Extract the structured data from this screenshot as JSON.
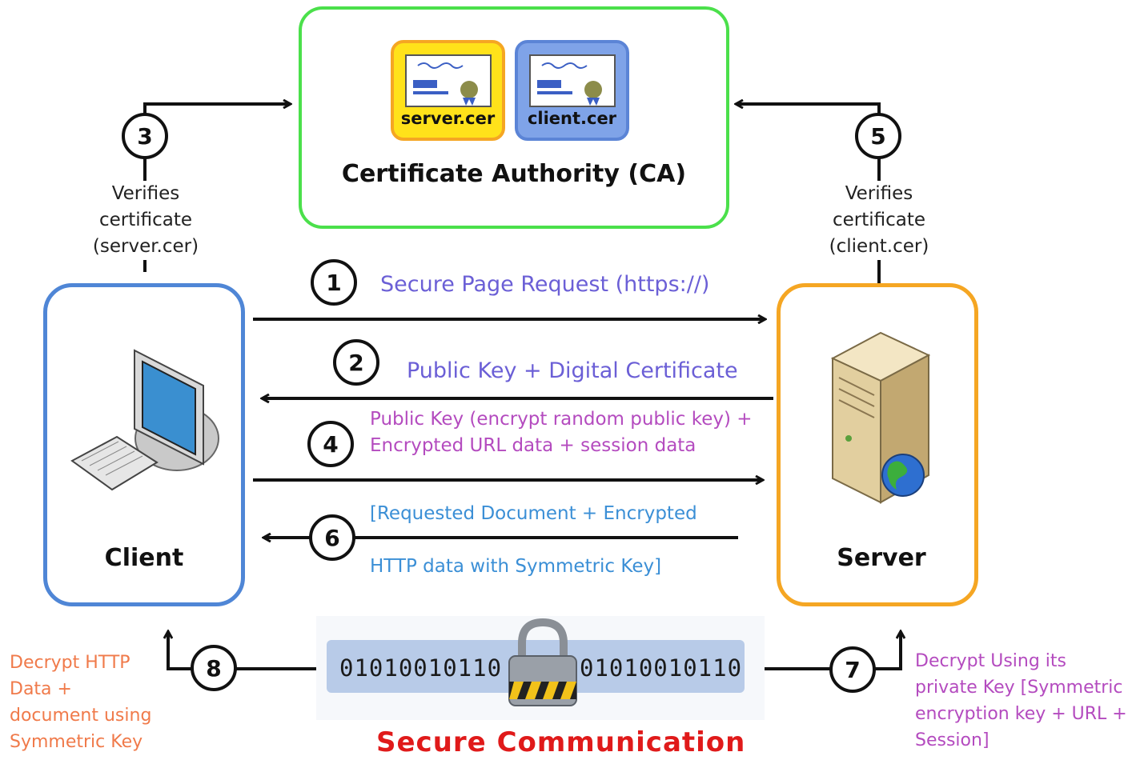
{
  "ca": {
    "title": "Certificate Authority (CA)",
    "server_cert_label": "server.cer",
    "client_cert_label": "client.cer"
  },
  "client": {
    "label": "Client"
  },
  "server": {
    "label": "Server"
  },
  "steps": {
    "s1": "1",
    "s2": "2",
    "s3": "3",
    "s4": "4",
    "s5": "5",
    "s6": "6",
    "s7": "7",
    "s8": "8"
  },
  "verify_client_side": [
    "Verifies",
    "certificate",
    "(server.cer)"
  ],
  "verify_server_side": [
    "Verifies",
    "certificate",
    "(client.cer)"
  ],
  "messages": {
    "m1": "Secure Page Request (https://)",
    "m2": "Public Key + Digital Certificate",
    "m4_line1": "Public Key (encrypt random public key) +",
    "m4_line2": "Encrypted URL data + session data",
    "m6_line1": "[Requested Document + Encrypted",
    "m6_line2": "HTTP data with Symmetric Key]"
  },
  "client_decrypt": [
    "Decrypt HTTP",
    "Data +",
    "document using",
    "Symmetric Key"
  ],
  "server_decrypt": [
    "Decrypt Using its",
    "private Key [Symmetric",
    "encryption key + URL +",
    "Session]"
  ],
  "secure": {
    "binary_left": "01010010110",
    "binary_right": "01010010110",
    "title": "Secure Communication"
  },
  "colors": {
    "ca_border": "#4be04b",
    "client_border": "#4f86d6",
    "server_border": "#f5a623",
    "message_blue": "#6b5fd6",
    "message_pink": "#b44bbf",
    "message_cyan": "#3b8fd6",
    "note_orange": "#f07a4a",
    "secure_red": "#e01a1a"
  }
}
